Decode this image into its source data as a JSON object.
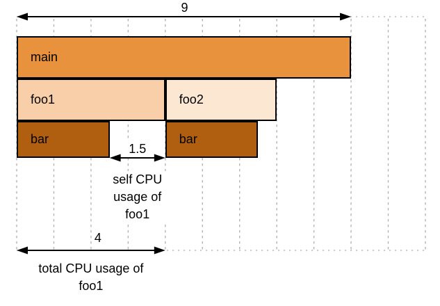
{
  "chart_data": {
    "type": "flame-graph",
    "title": "",
    "grid": {
      "gridline_count": 12,
      "units_per_cell": 1,
      "visible_units": 11,
      "style": "dashed"
    },
    "frames": [
      {
        "id": "main",
        "label": "main",
        "depth": 0,
        "start": 0,
        "width": 9,
        "color_key": "frame_main"
      },
      {
        "id": "foo1",
        "label": "foo1",
        "depth": 1,
        "start": 0,
        "width": 4,
        "color_key": "frame_foo1"
      },
      {
        "id": "foo2",
        "label": "foo2",
        "depth": 1,
        "start": 4,
        "width": 3,
        "color_key": "frame_foo2"
      },
      {
        "id": "bar1",
        "label": "bar",
        "depth": 2,
        "start": 0,
        "width": 2.5,
        "color_key": "frame_bar"
      },
      {
        "id": "bar2",
        "label": "bar",
        "depth": 2,
        "start": 4,
        "width": 2.5,
        "color_key": "frame_bar"
      }
    ],
    "measurements": [
      {
        "id": "main-total",
        "value": "9",
        "from": 0,
        "to": 9,
        "row": "top",
        "caption": ""
      },
      {
        "id": "foo1-self",
        "value": "1.5",
        "from": 2.5,
        "to": 4,
        "row": "middle",
        "caption": "self CPU usage of foo1"
      },
      {
        "id": "foo1-total",
        "value": "4",
        "from": 0,
        "to": 4,
        "row": "bottom",
        "caption": "total CPU usage of foo1"
      }
    ]
  },
  "colors": {
    "background": "#ffffff",
    "frame_main": "#E8923E",
    "frame_foo1": "#F8CFA8",
    "frame_foo2": "#FBE7D2",
    "frame_bar": "#B05F10",
    "frame_border": "#000000",
    "grid": "#b5b5b5",
    "arrow": "#000000",
    "text": "#000000"
  }
}
